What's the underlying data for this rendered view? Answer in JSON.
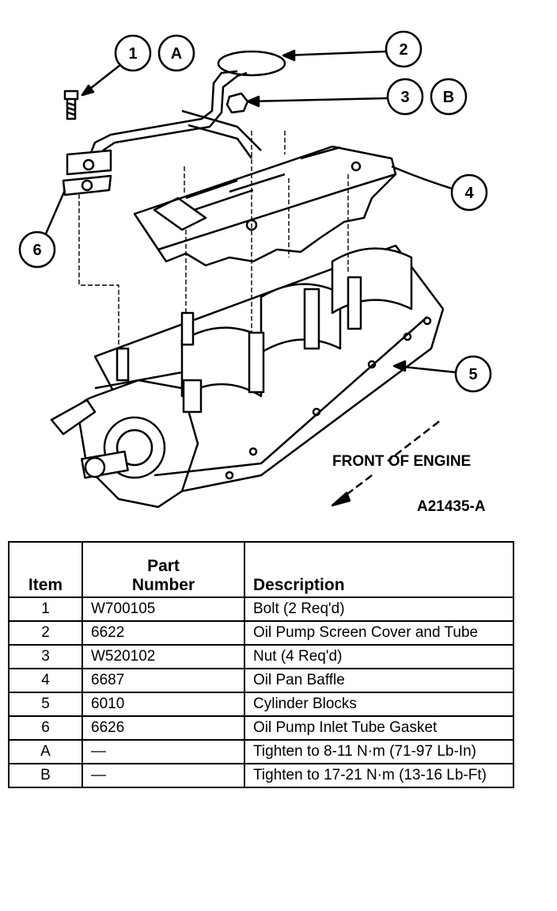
{
  "callouts": [
    {
      "id": "1",
      "letter": "A"
    },
    {
      "id": "2"
    },
    {
      "id": "3",
      "letter": "B"
    },
    {
      "id": "4"
    },
    {
      "id": "5"
    },
    {
      "id": "6"
    }
  ],
  "front_label": "FRONT OF ENGINE",
  "figure_id": "A21435-A",
  "table": {
    "headers": {
      "item": "Item",
      "part_line1": "Part",
      "part_line2": "Number",
      "description": "Description"
    },
    "rows": [
      {
        "item": "1",
        "part": "W700105",
        "desc": "Bolt (2 Req'd)"
      },
      {
        "item": "2",
        "part": "6622",
        "desc": "Oil Pump Screen Cover and Tube"
      },
      {
        "item": "3",
        "part": "W520102",
        "desc": "Nut (4 Req'd)"
      },
      {
        "item": "4",
        "part": "6687",
        "desc": "Oil Pan Baffle"
      },
      {
        "item": "5",
        "part": "6010",
        "desc": "Cylinder Blocks"
      },
      {
        "item": "6",
        "part": "6626",
        "desc": "Oil Pump Inlet Tube Gasket"
      },
      {
        "item": "A",
        "part": "—",
        "desc": "Tighten to 8-11 N·m (71-97 Lb-In)"
      },
      {
        "item": "B",
        "part": "—",
        "desc": "Tighten to 17-21 N·m (13-16 Lb-Ft)"
      }
    ]
  }
}
